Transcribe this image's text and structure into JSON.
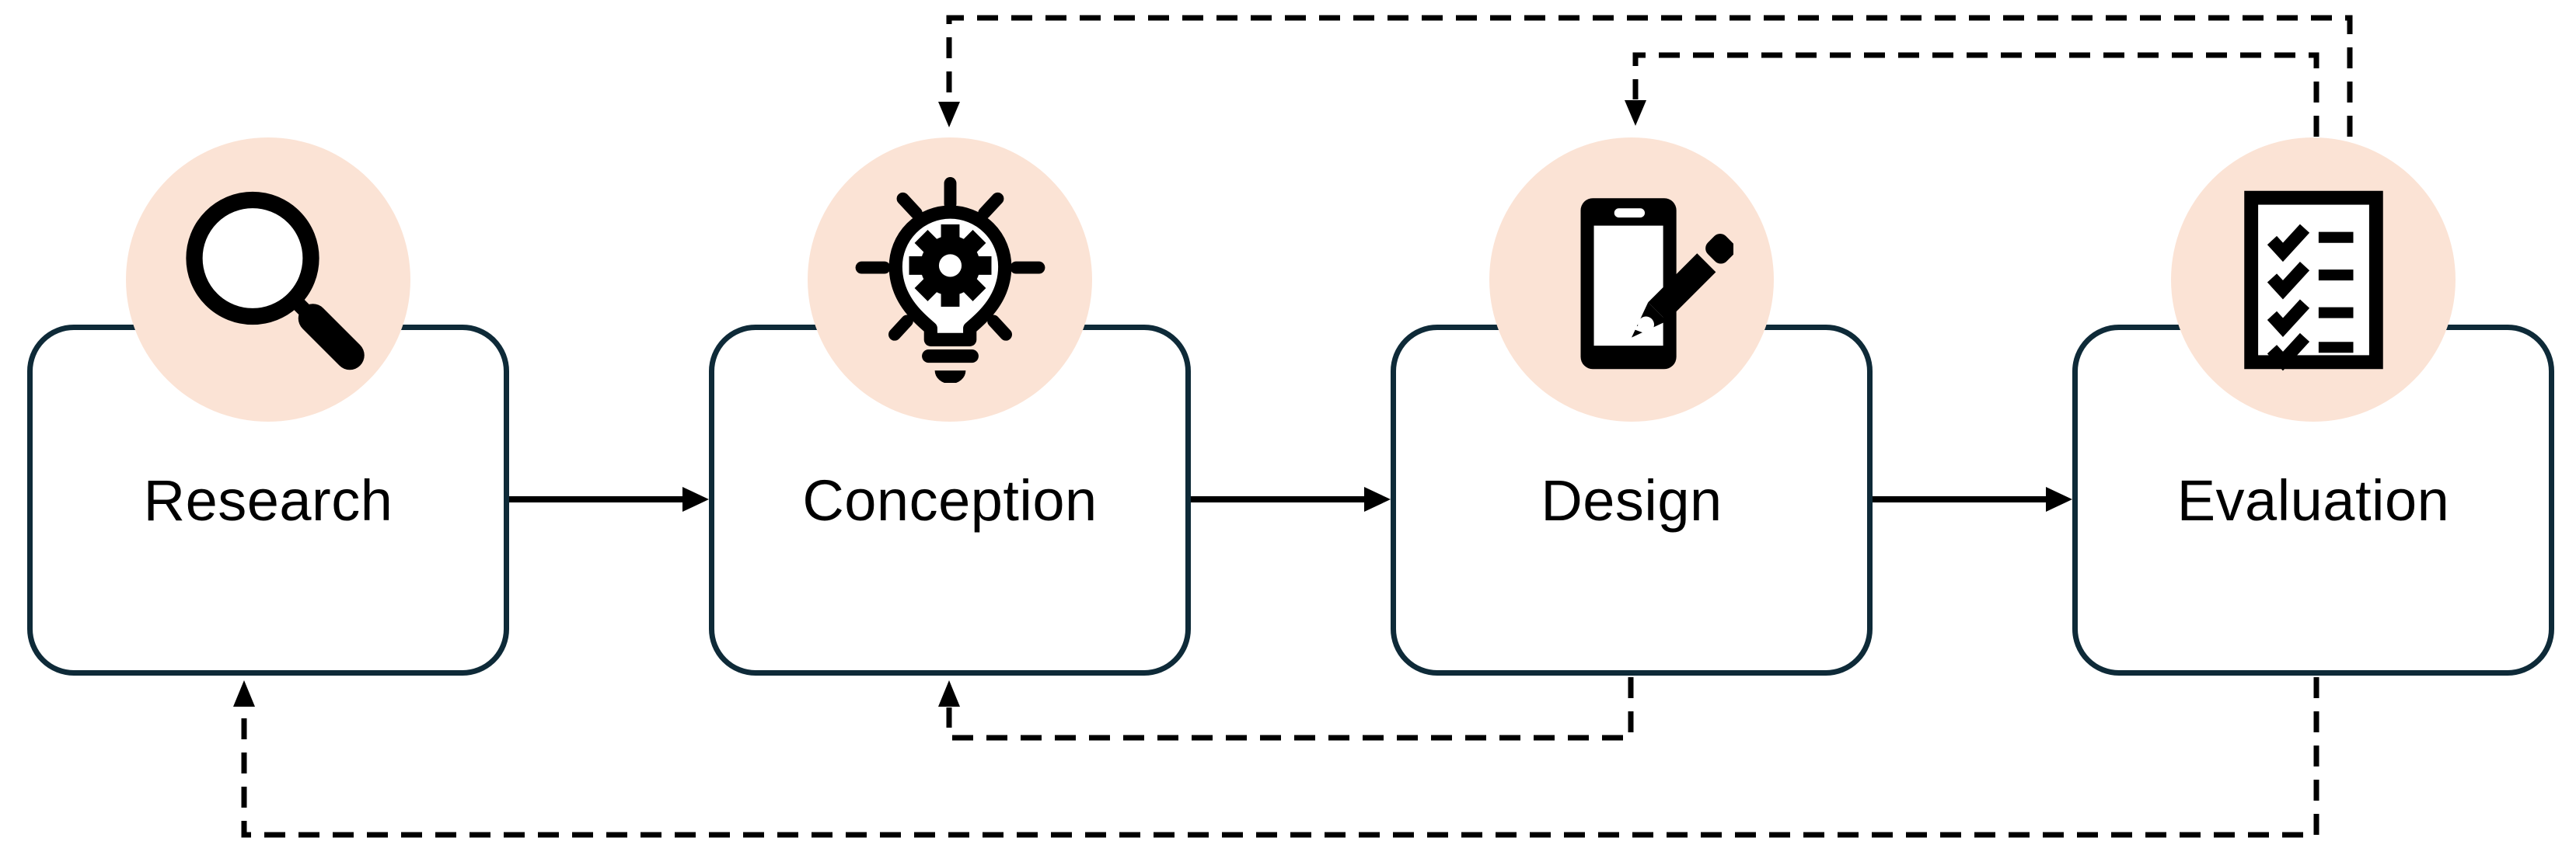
{
  "stages": [
    {
      "label": "Research",
      "icon": "magnifying-glass"
    },
    {
      "label": "Conception",
      "icon": "lightbulb-gear"
    },
    {
      "label": "Design",
      "icon": "phone-pencil"
    },
    {
      "label": "Evaluation",
      "icon": "checklist"
    }
  ],
  "connections": {
    "forward": [
      {
        "from": "Research",
        "to": "Conception",
        "style": "solid-arrow"
      },
      {
        "from": "Conception",
        "to": "Design",
        "style": "solid-arrow"
      },
      {
        "from": "Design",
        "to": "Evaluation",
        "style": "solid-arrow"
      }
    ],
    "feedback": [
      {
        "from": "Evaluation",
        "to": "Conception",
        "style": "dashed-arrow",
        "route": "top"
      },
      {
        "from": "Evaluation",
        "to": "Design",
        "style": "dashed-arrow",
        "route": "top"
      },
      {
        "from": "Design",
        "to": "Conception",
        "style": "dashed-arrow",
        "route": "bottom"
      },
      {
        "from": "Evaluation",
        "to": "Research",
        "style": "dashed-arrow",
        "route": "bottom"
      }
    ]
  },
  "colors": {
    "background": "#ffffff",
    "box_border": "#0e2a38",
    "badge_background": "#fbe3d5",
    "connector": "#000000",
    "label_text": "#000000"
  }
}
